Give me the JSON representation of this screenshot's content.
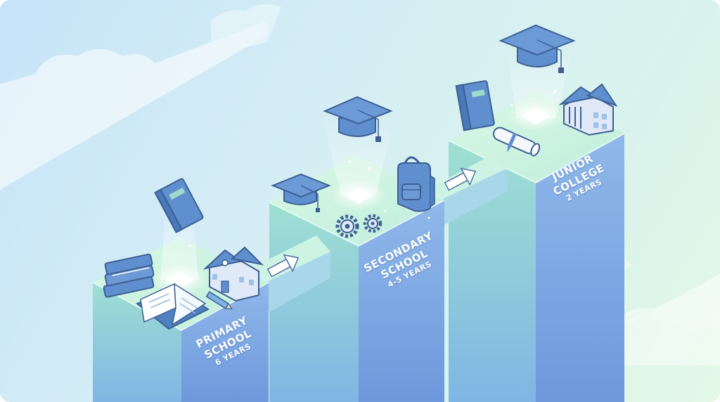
{
  "stages": [
    {
      "name": "PRIMARY SCHOOL",
      "duration": "6 YEARS"
    },
    {
      "name": "SECONDARY SCHOOL",
      "duration": "4-5 YEARS"
    },
    {
      "name": "JUNIOR COLLEGE",
      "duration": "2 YEARS"
    }
  ],
  "colors": {
    "pillar_top": "#c9f2dc",
    "pillar_side": "#7aa4e0",
    "accent": "#4f82c8",
    "icon_fill": "#5f8fcf"
  },
  "icons": [
    "floating-book-icon",
    "book-stack-icon",
    "open-book-icon",
    "school-building-icon",
    "pencil-icon",
    "arrow-icon",
    "graduation-cap-icon",
    "gears-icon",
    "backpack-icon",
    "diploma-scroll-icon",
    "college-building-icon"
  ]
}
